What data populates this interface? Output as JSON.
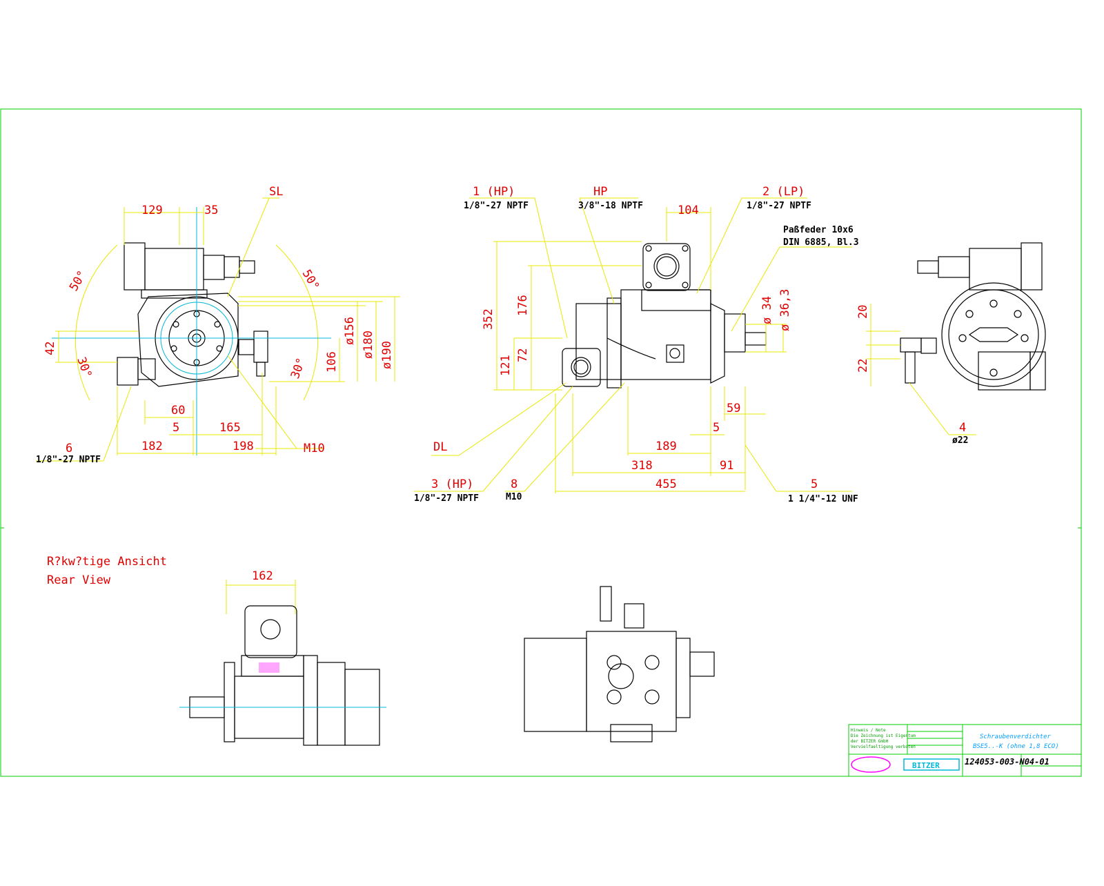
{
  "views": {
    "front": {
      "dims": [
        "129",
        "35",
        "42",
        "106",
        "60",
        "5",
        "165",
        "182",
        "198"
      ],
      "angles": [
        "50°",
        "50°",
        "30°",
        "30°"
      ],
      "diameters": [
        "ø156",
        "ø180",
        "ø190"
      ],
      "labels": {
        "sl": "SL",
        "m10": "M10",
        "port6": "6",
        "port6_spec": "1/8\"-27 NPTF"
      }
    },
    "side": {
      "ports": [
        {
          "label": "1 (HP)",
          "spec": "1/8\"-27 NPTF"
        },
        {
          "label": "HP",
          "spec": "3/8\"-18 NPTF"
        },
        {
          "label": "2 (LP)",
          "spec": "1/8\"-27 NPTF"
        },
        {
          "label": "3 (HP)",
          "spec": "1/8\"-27 NPTF"
        },
        {
          "label": "8",
          "spec": "M10"
        },
        {
          "label": "5",
          "spec": "1 1/4\"-12 UNF"
        },
        {
          "label": "DL",
          "spec": ""
        }
      ],
      "key_note": [
        "Paßfeder 10x6",
        "DIN 6885, Bl.3"
      ],
      "dims": [
        "104",
        "352",
        "176",
        "121",
        "72",
        "ø 34",
        "ø 36,3",
        "59",
        "5",
        "189",
        "318",
        "91",
        "455"
      ]
    },
    "rear_view": {
      "dims": [
        "20",
        "22"
      ],
      "port4": "4",
      "port4_spec": "ø22"
    },
    "bottom_view": {
      "title_de": "R?kw?tige Ansicht",
      "title_en": "Rear View",
      "dim": "162"
    },
    "title_block": {
      "drawing_number": "124053-003-N04-01",
      "description_line1": "Schraubenverdichter",
      "description_line2": "BSE5..-K (ohne 1,8 ECO)",
      "logo_text": "BITZER"
    }
  }
}
